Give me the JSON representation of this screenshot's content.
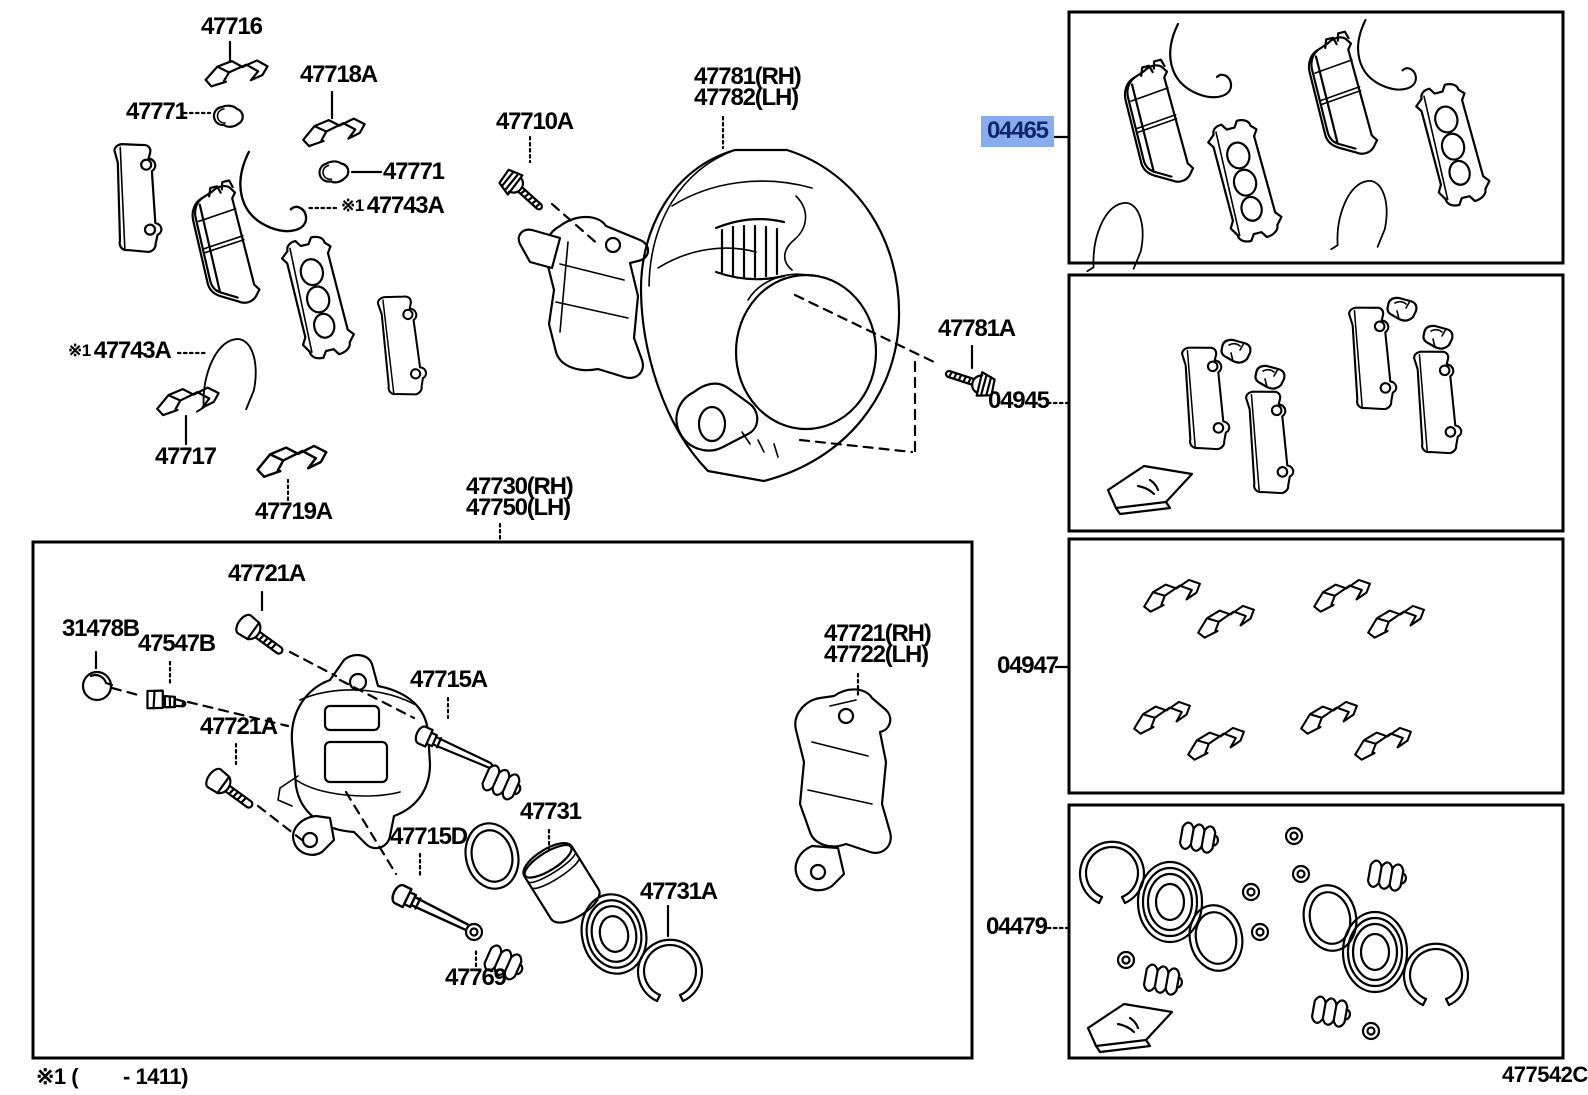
{
  "highlight": {
    "background": "#88adee",
    "text": "#12266b"
  },
  "labels": {
    "p47716": "47716",
    "p47718a": "47718A",
    "p47771a": "47771",
    "p47771b": "47771",
    "ref1": "※1",
    "p47743a1": "47743A",
    "ref2": "※1",
    "p47743a2": "47743A",
    "p47717": "47717",
    "p47719a": "47719A",
    "p47710a": "47710A",
    "p47781rh": "47781(RH)",
    "p47782lh": "47782(LH)",
    "p47781a": "47781A",
    "p47730rh": "47730(RH)",
    "p47750lh": "47750(LH)",
    "p47721a1": "47721A",
    "p31478b": "31478B",
    "p47547b": "47547B",
    "p47721a2": "47721A",
    "p47715a": "47715A",
    "p47715d": "47715D",
    "p47769": "47769",
    "p47731": "47731",
    "p47731a": "47731A",
    "p47721rh": "47721(RH)",
    "p47722lh": "47722(LH)",
    "k04465": "04465",
    "k04945": "04945",
    "k04947": "04947",
    "k04479": "04479",
    "footnote": "※1 (        - 1411)",
    "doc_code": "477542C"
  }
}
